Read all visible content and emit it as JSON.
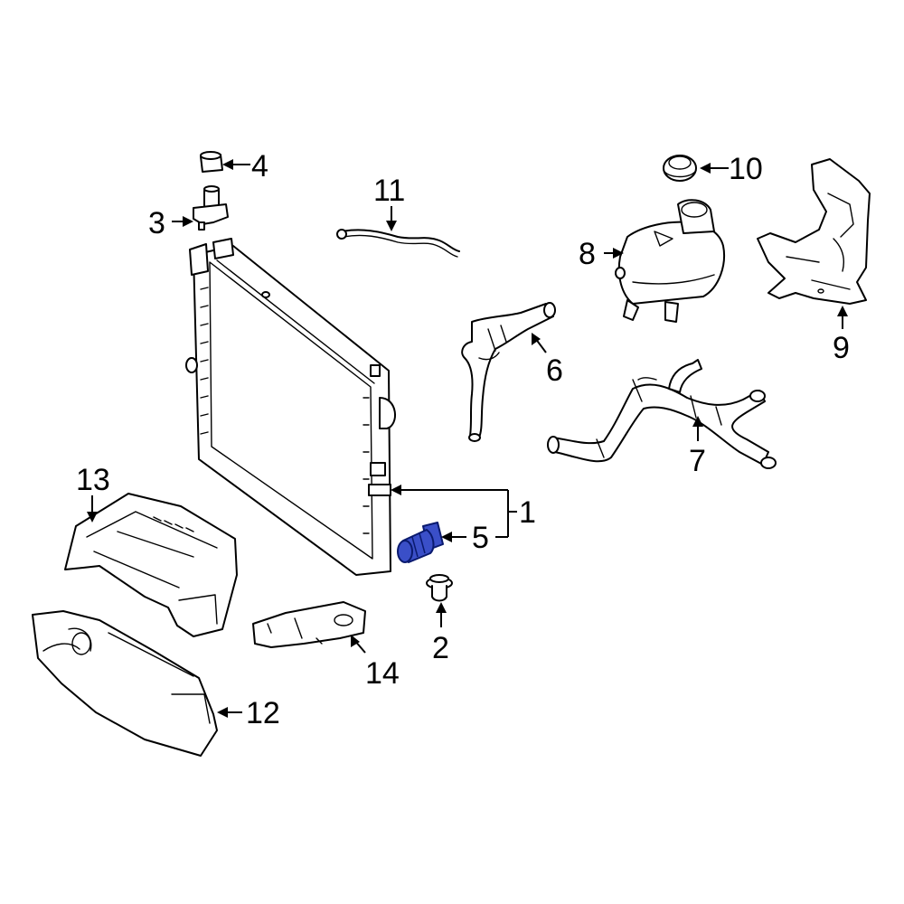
{
  "callouts": {
    "c1": "1",
    "c2": "2",
    "c3": "3",
    "c4": "4",
    "c5": "5",
    "c6": "6",
    "c7": "7",
    "c8": "8",
    "c9": "9",
    "c10": "10",
    "c11": "11",
    "c12": "12",
    "c13": "13",
    "c14": "14"
  },
  "colors": {
    "highlight": "#3a4fc8",
    "line": "#000000",
    "background": "#ffffff"
  }
}
